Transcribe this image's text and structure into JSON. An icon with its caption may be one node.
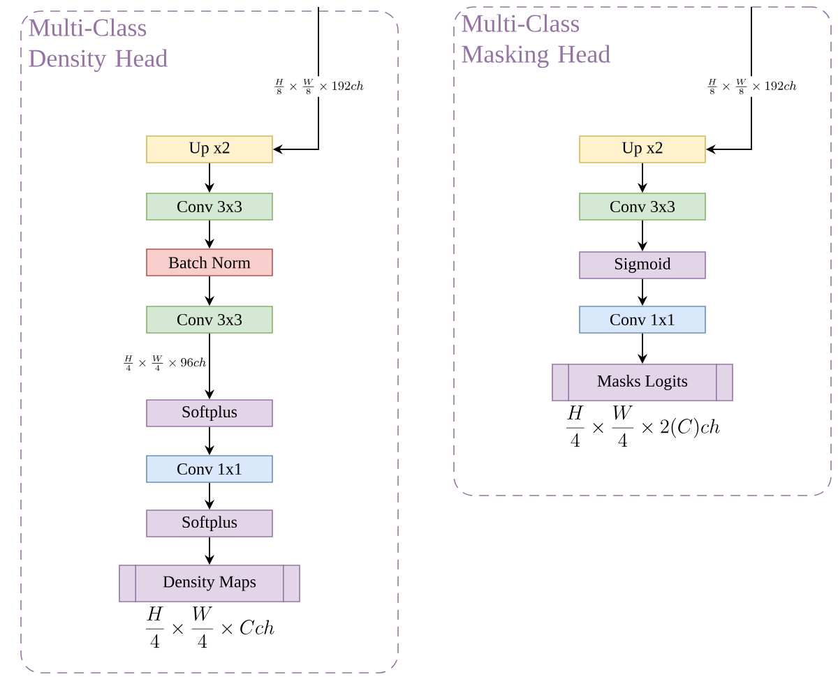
{
  "diagram": {
    "nodes": [
      {
        "text": [
          "Multi-Class Density Head"
        ]
      },
      {
        "text": [
          "Up x2"
        ],
        "in": 0
      },
      {
        "text": [
          "Conv 3x3"
        ],
        "in": 0
      },
      {
        "text": [
          "Batch Norm"
        ],
        "in": 0
      },
      {
        "text": [
          "Conv 3x3"
        ],
        "in": 0
      },
      {
        "text": [
          "Softplus"
        ],
        "in": 0
      },
      {
        "text": [
          "Conv 1x1"
        ],
        "in": 0
      },
      {
        "text": [
          "Softplus"
        ],
        "in": 0
      },
      {
        "text": [
          "Density Maps"
        ],
        "in": 0,
        "beside": [
          "\\frac{H}{4}\\times\\frac{W}{4}\\times Cch"
        ]
      },
      {
        "text": [
          "Multi-Class Masking Head"
        ]
      },
      {
        "text": [
          "Up x2"
        ],
        "in": 9
      },
      {
        "text": [
          "Conv 3x3"
        ],
        "in": 9
      },
      {
        "text": [
          "Sigmoid"
        ],
        "in": 9
      },
      {
        "text": [
          "Conv 1x1"
        ],
        "in": 9
      },
      {
        "text": [
          "Masks Logits"
        ],
        "in": 9,
        "beside": [
          "\\frac{H}{4}\\times\\frac{W}{4}\\times 2(C)ch"
        ]
      }
    ],
    "edges": [
      {
        "from": null,
        "to": 1,
        "arrow": "to",
        "label": "\\frac{H}{8}\\times\\frac{W}{8}\\times 192ch"
      },
      {
        "from": 1,
        "to": 2,
        "arrow": "to"
      },
      {
        "from": 2,
        "to": 3,
        "arrow": "to"
      },
      {
        "from": 3,
        "to": 4,
        "arrow": "to"
      },
      {
        "from": 4,
        "to": 5,
        "arrow": "to",
        "label": "\\frac{H}{4}\\times\\frac{W}{4}\\times 96ch"
      },
      {
        "from": 5,
        "to": 6,
        "arrow": "to"
      },
      {
        "from": 6,
        "to": 7,
        "arrow": "to"
      },
      {
        "from": 7,
        "to": 8,
        "arrow": "to"
      },
      {
        "from": null,
        "to": 10,
        "arrow": "to",
        "label": "\\frac{H}{8}\\times\\frac{W}{8}\\times 192ch"
      },
      {
        "from": 10,
        "to": 11,
        "arrow": "to"
      },
      {
        "from": 11,
        "to": 12,
        "arrow": "to"
      },
      {
        "from": 12,
        "to": 13,
        "arrow": "to"
      },
      {
        "from": 13,
        "to": 14,
        "arrow": "to"
      }
    ]
  }
}
